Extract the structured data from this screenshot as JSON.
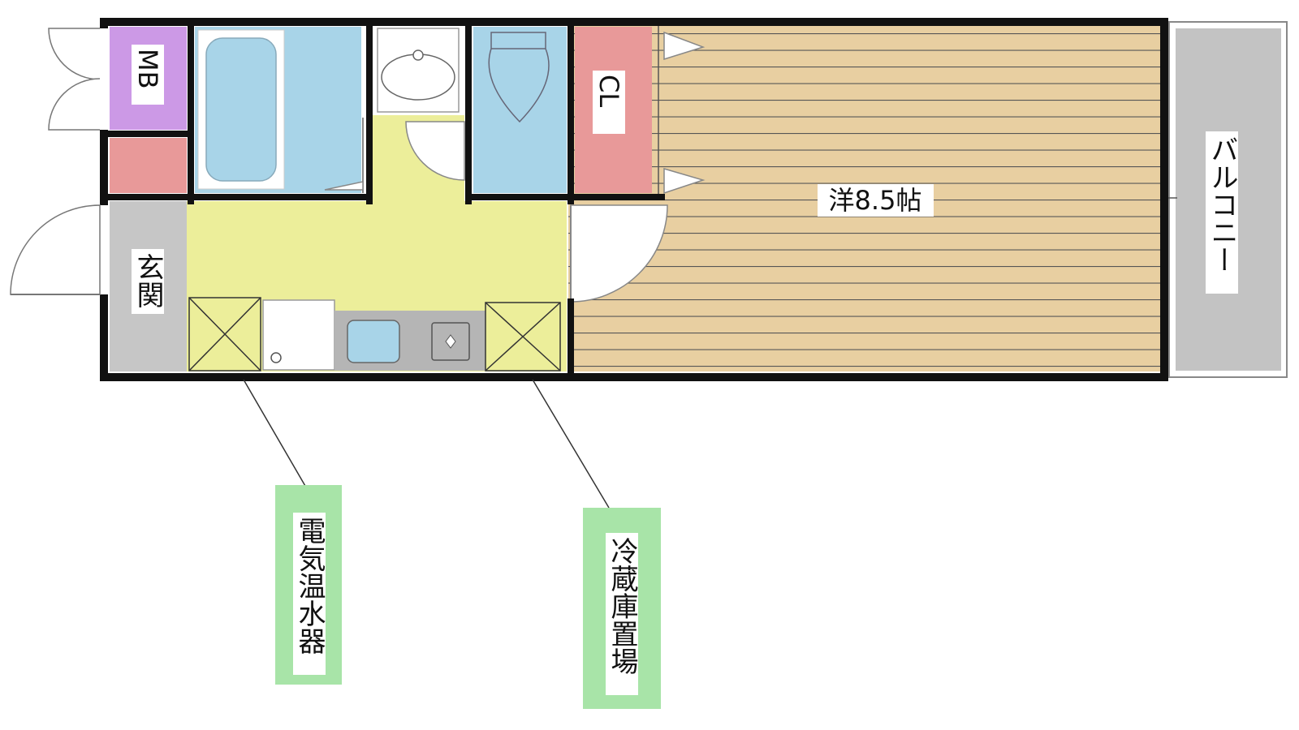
{
  "rooms": {
    "western": {
      "label": "洋8.5帖",
      "floor_color": "#e8cfa1",
      "stripe_color": "#555555"
    },
    "balcony": {
      "label": "バルコニー",
      "color": "#c3c3c3"
    },
    "entrance": {
      "label": "玄関",
      "color": "#c6c6c6"
    },
    "meter_box": {
      "label": "MB",
      "color": "#cc99e6"
    },
    "closet": {
      "label": "CL",
      "color": "#e89999"
    },
    "kitchen": {
      "color": "#ecee9a"
    },
    "bath": {
      "color": "#a8d4e8"
    },
    "toilet": {
      "color": "#a8d4e8"
    },
    "storage": {
      "color": "#e89999"
    }
  },
  "callouts": {
    "water_heater": {
      "label": "電気温水器",
      "color": "#a8e4a8"
    },
    "fridge_space": {
      "label": "冷蔵庫置場",
      "color": "#a8e4a8"
    }
  },
  "colors": {
    "wall": "#111111",
    "appliance_box": "#ecee9a",
    "counter": "#b5b5b5"
  }
}
